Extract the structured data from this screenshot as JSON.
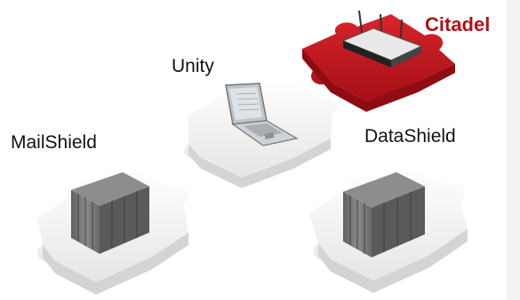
{
  "colors": {
    "brand_red": "#c0161e",
    "brand_text": "#b0121b",
    "piece_light": "#f4f4f4",
    "piece_shadow": "#d9d9d9",
    "server_gray": "#767676"
  },
  "labels": {
    "unity": "Unity",
    "mailshield": "MailShield",
    "datashield": "DataShield",
    "citadel": "Citadel"
  },
  "icons": {
    "router": "router-icon",
    "laptop": "laptop-icon",
    "server_left": "server-rack-icon",
    "server_right": "server-rack-icon"
  }
}
